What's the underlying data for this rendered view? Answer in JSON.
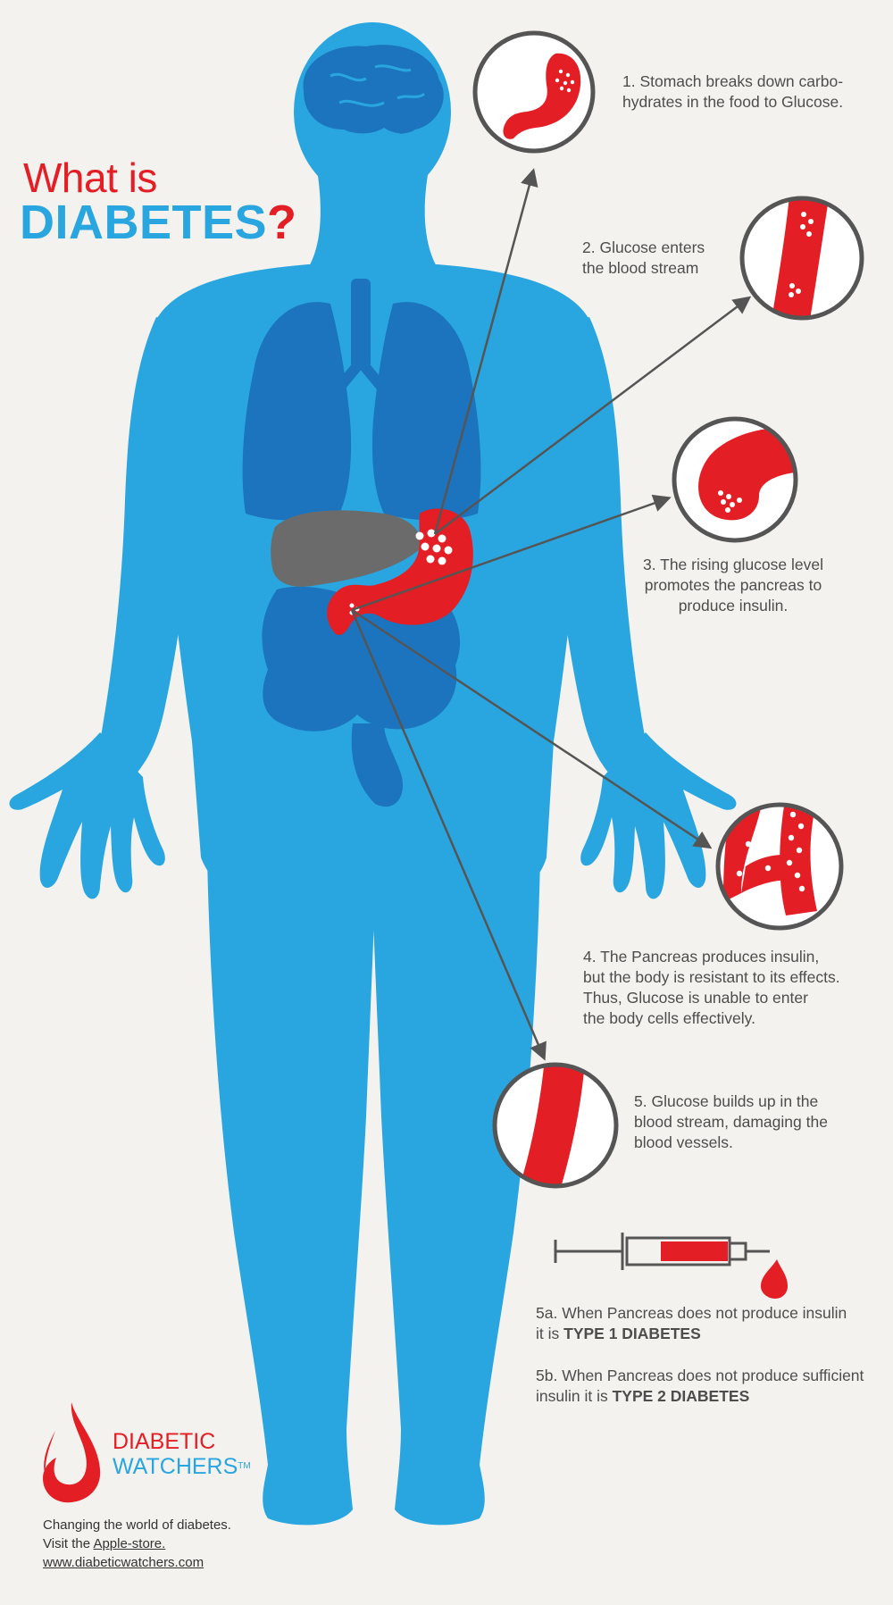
{
  "title": {
    "line1": "What is",
    "line2": "DIABETES",
    "mark": "?"
  },
  "steps": {
    "s1": {
      "line1": "1. Stomach breaks down carbo-",
      "line2": "hydrates in the food to Glucose."
    },
    "s2": {
      "line1": "2. Glucose enters",
      "line2": "the blood stream"
    },
    "s3": {
      "line1": "3. The rising glucose level",
      "line2": "promotes the pancreas to",
      "line3": "produce insulin."
    },
    "s4": {
      "line1": "4. The Pancreas produces insulin,",
      "line2": "but the body is resistant to its effects.",
      "line3": "Thus, Glucose is unable to enter",
      "line4": "the body cells effectively."
    },
    "s5": {
      "line1": "5. Glucose builds up in the",
      "line2": "blood stream, damaging the",
      "line3": "blood vessels."
    },
    "s5a": {
      "line1": "5a. When Pancreas does not produce insulin",
      "line2_prefix": "it is ",
      "line2_bold": "TYPE 1 DIABETES"
    },
    "s5b": {
      "line1": "5b. When Pancreas does not produce sufficient",
      "line2_prefix": "insulin it is ",
      "line2_bold": "TYPE 2 DIABETES"
    }
  },
  "brand": {
    "line1": "DIABETIC",
    "line2": "WATCHERS",
    "tm": "TM"
  },
  "footer": {
    "line1": "Changing the world of diabetes.",
    "line2_prefix": "Visit the ",
    "line2_link": "Apple-store.",
    "line3": "www.diabeticwatchers.com"
  },
  "colors": {
    "background": "#f4f2ef",
    "body": "#29a6e0",
    "organ_dark": "#1b74bd",
    "liver": "#6b6b6b",
    "accent_red": "#e31e25",
    "ring": "#555555"
  },
  "icons": [
    "brain-icon",
    "lungs-icon",
    "stomach-icon",
    "liver-icon",
    "intestine-icon",
    "syringe-icon",
    "blood-drop-icon",
    "brand-drop-logo"
  ]
}
